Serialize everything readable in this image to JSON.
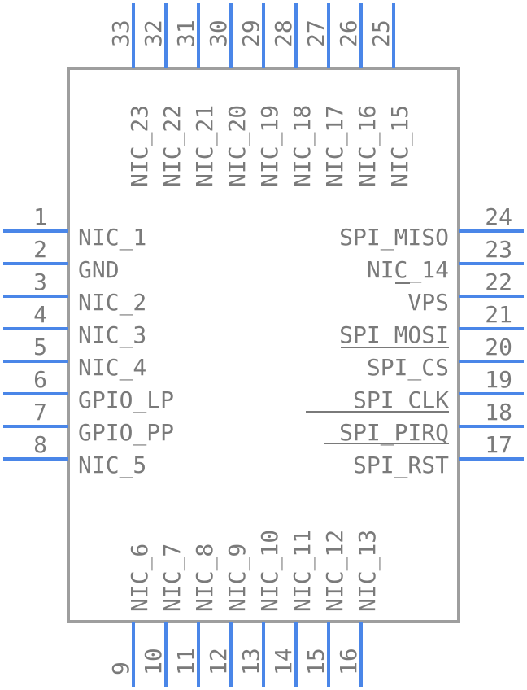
{
  "colors": {
    "pin": "#4a86e8",
    "body_outline": "#9e9e9e",
    "text": "#7a7a7a"
  },
  "left_pins": [
    {
      "num": "1",
      "label": "NIC_1"
    },
    {
      "num": "2",
      "label": "GND"
    },
    {
      "num": "3",
      "label": "NIC_2"
    },
    {
      "num": "4",
      "label": "NIC_3"
    },
    {
      "num": "5",
      "label": "NIC_4"
    },
    {
      "num": "6",
      "label": "GPIO_LP"
    },
    {
      "num": "7",
      "label": "GPIO_PP"
    },
    {
      "num": "8",
      "label": "NIC_5"
    }
  ],
  "right_pins": [
    {
      "num": "24",
      "label": "SPI_MISO"
    },
    {
      "num": "23",
      "label": "NIC_14"
    },
    {
      "num": "22",
      "label": "VPS"
    },
    {
      "num": "21",
      "label": "SPI_MOSI"
    },
    {
      "num": "20",
      "label": "SPI_CS"
    },
    {
      "num": "19",
      "label": "SPI_CLK"
    },
    {
      "num": "18",
      "label": "SPI_PIRQ"
    },
    {
      "num": "17",
      "label": "SPI_RST"
    }
  ],
  "bottom_pins": [
    {
      "num": "9",
      "label": "NIC_6"
    },
    {
      "num": "10",
      "label": "NIC_7"
    },
    {
      "num": "11",
      "label": "NIC_8"
    },
    {
      "num": "12",
      "label": "NIC_9"
    },
    {
      "num": "13",
      "label": "NIC_10"
    },
    {
      "num": "14",
      "label": "NIC_11"
    },
    {
      "num": "15",
      "label": "NIC_12"
    },
    {
      "num": "16",
      "label": "NIC_13"
    }
  ],
  "top_pins": [
    {
      "num": "33",
      "label": "NIC_23"
    },
    {
      "num": "32",
      "label": "NIC_22"
    },
    {
      "num": "31",
      "label": "NIC_21"
    },
    {
      "num": "30",
      "label": "NIC_20"
    },
    {
      "num": "29",
      "label": "NIC_19"
    },
    {
      "num": "28",
      "label": "NIC_18"
    },
    {
      "num": "27",
      "label": "NIC_17"
    },
    {
      "num": "26",
      "label": "NIC_16"
    },
    {
      "num": "25",
      "label": "NIC_15"
    }
  ]
}
